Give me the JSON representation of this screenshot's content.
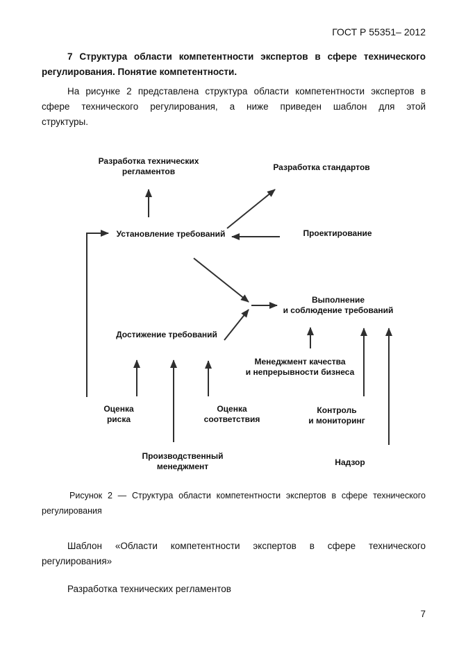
{
  "header": {
    "doc_code": "ГОСТ Р 55351– 2012"
  },
  "heading": {
    "lines": [
      "7  Структура области компетентности экспертов в сфере технического",
      "регулирования. Понятие компетентности."
    ]
  },
  "intro": {
    "lines": [
      "На рисунке 2 представлена структура области компетентности экспертов в",
      "сфере технического регулирования, а ниже приведен шаблон для этой",
      "структуры."
    ]
  },
  "figure_caption": {
    "lines": [
      "Рисунок 2 — Структура области компетентности экспертов в сфере технического",
      "регулирования"
    ]
  },
  "template_heading": {
    "lines": [
      "Шаблон «Области компетентности экспертов в сфере технического",
      "регулирования»"
    ]
  },
  "template_item": "Разработка технических регламентов",
  "page_number": "7",
  "diagram": {
    "arrow_color": "#2f2f2f",
    "nodes": {
      "razrabotka_reglamentov": {
        "label": "Разработка технических\nрегламентов"
      },
      "razrabotka_standartov": {
        "label": "Разработка стандартов"
      },
      "ustanovlenie_trebovanij": {
        "label": "Установление требований"
      },
      "proektirovanie": {
        "label": "Проектирование"
      },
      "vypolnenie_trebovanij": {
        "label": "Выполнение\nи соблюдение требований"
      },
      "dostizhenie_trebovanij": {
        "label": "Достижение требований"
      },
      "menedzhment_kachestva": {
        "label": "Менеджмент качества\nи непрерывности бизнеса"
      },
      "ocenka_riska": {
        "label": "Оценка\nриска"
      },
      "ocenka_sootvetstviya": {
        "label": "Оценка\nсоответствия"
      },
      "kontrol_monitoring": {
        "label": "Контроль\nи мониторинг"
      },
      "proizvodstvennyj_menedzhment": {
        "label": "Производственный\nменеджмент"
      },
      "nadzor": {
        "label": "Надзор"
      }
    },
    "edges": [
      {
        "from": "ustanovlenie_trebovanij",
        "to": "razrabotka_reglamentov"
      },
      {
        "from": "ustanovlenie_trebovanij",
        "to": "razrabotka_standartov"
      },
      {
        "from": "proektirovanie",
        "to": "ustanovlenie_trebovanij"
      },
      {
        "from": "feedback_loop_bottom",
        "to": "ustanovlenie_trebovanij"
      },
      {
        "from": "ustanovlenie_trebovanij",
        "to": "vypolnenie_trebovanij"
      },
      {
        "from": "dostizhenie_trebovanij",
        "to": "vypolnenie_trebovanij"
      },
      {
        "from": "menedzhment_kachestva",
        "to": "vypolnenie_trebovanij"
      },
      {
        "from": "kontrol_monitoring",
        "to": "vypolnenie_trebovanij"
      },
      {
        "from": "nadzor",
        "to": "vypolnenie_trebovanij"
      },
      {
        "from": "ocenka_riska",
        "to": "dostizhenie_trebovanij"
      },
      {
        "from": "proizvodstvennyj_menedzhment",
        "to": "dostizhenie_trebovanij"
      },
      {
        "from": "ocenka_sootvetstviya",
        "to": "dostizhenie_trebovanij"
      }
    ]
  }
}
